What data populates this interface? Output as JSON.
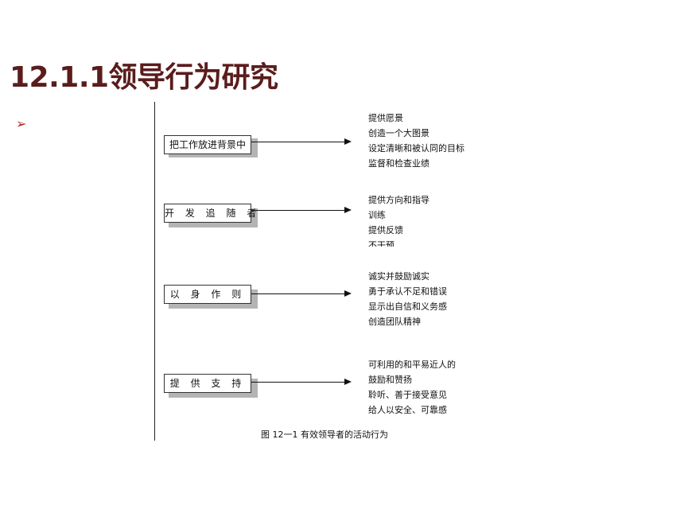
{
  "slide": {
    "title": "12.1.1领导行为研究",
    "bullet": "➢"
  },
  "diagram": {
    "groups": [
      {
        "label": "把工作放进背景中",
        "items": [
          "提供愿景",
          "创造一个大图景",
          "设定清晰和被认同的目标",
          "监督和检查业绩"
        ]
      },
      {
        "label": "开 发 追 随 者",
        "items": [
          "提供方向和指导",
          "训练",
          "提供反馈",
          "不干预"
        ]
      },
      {
        "label": "以 身 作 则",
        "items": [
          "诚实并鼓励诚实",
          "勇于承认不足和错误",
          "显示出自信和义务感",
          "创造团队精神"
        ]
      },
      {
        "label": "提 供 支 持",
        "items": [
          "可利用的和平易近人的",
          "鼓励和赞扬",
          "聆听、善于接受意见",
          "给人以安全、可靠感"
        ]
      }
    ],
    "caption": "图 12一1    有效领导者的活动行为"
  }
}
